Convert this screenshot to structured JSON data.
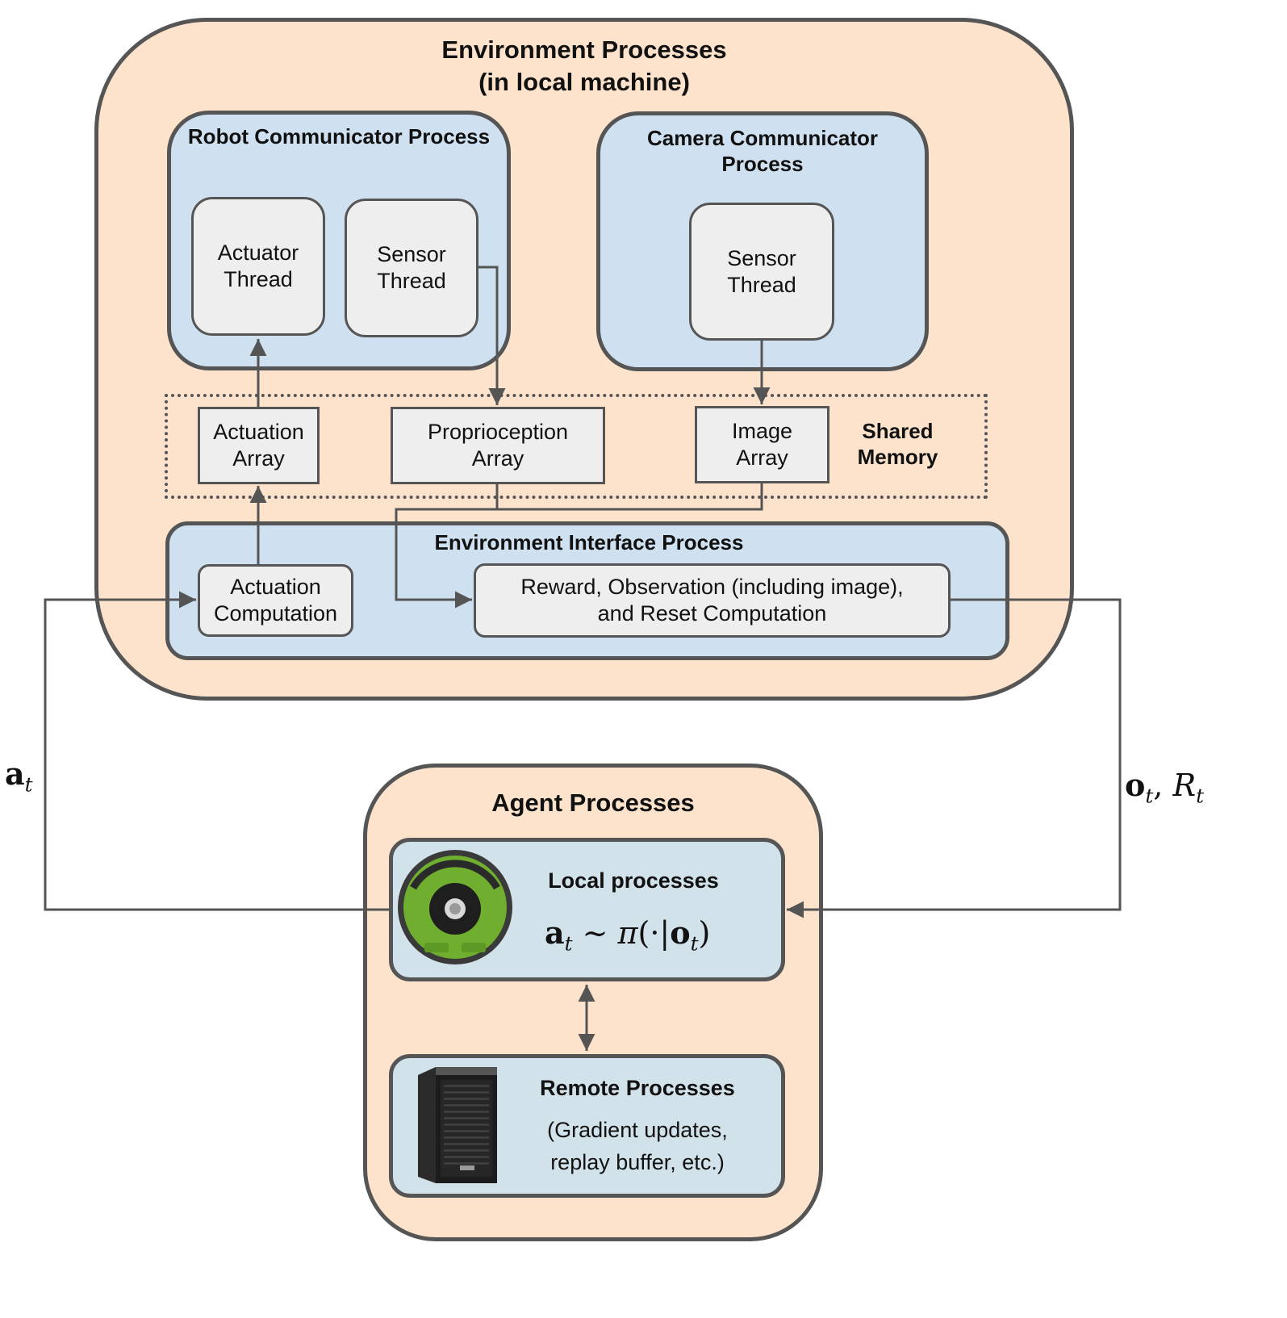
{
  "environment": {
    "title": "Environment Processes\n(in local machine)",
    "robot_process": {
      "title": "Robot Communicator Process",
      "actuator_thread": "Actuator\nThread",
      "sensor_thread": "Sensor\nThread"
    },
    "camera_process": {
      "title": "Camera Communicator\nProcess",
      "sensor_thread": "Sensor\nThread"
    },
    "shared_memory": {
      "label": "Shared\nMemory",
      "actuation_array": "Actuation\nArray",
      "proprioception_array": "Proprioception\nArray",
      "image_array": "Image\nArray"
    },
    "interface_process": {
      "title": "Environment Interface Process",
      "actuation_computation": "Actuation\nComputation",
      "reward_computation": "Reward, Observation (including image),\nand Reset Computation"
    }
  },
  "agent": {
    "title": "Agent Processes",
    "local": {
      "title": "Local processes",
      "icon": "robot-vacuum-icon"
    },
    "remote": {
      "title": "Remote Processes",
      "subtitle": "(Gradient updates,\nreplay buffer, etc.)",
      "icon": "workstation-tower-icon"
    }
  },
  "colors": {
    "outer_fill": "#fde3cc",
    "process_fill": "#cfe1f1",
    "agent_box_fill": "#d2e2ea",
    "node_fill": "#eeeeee",
    "stroke": "#555555"
  }
}
